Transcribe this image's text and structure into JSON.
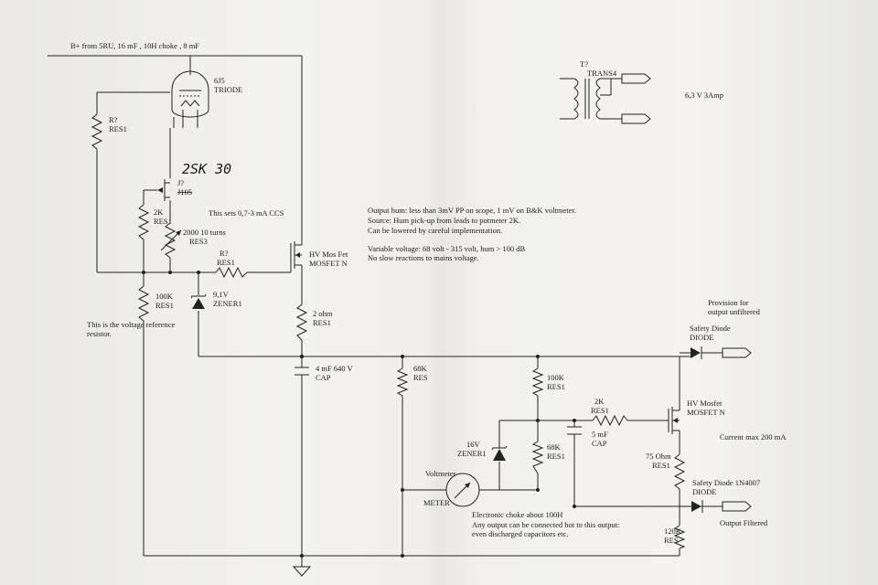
{
  "supply": {
    "label": "B+ from 5RU, 16 mF , 10H choke , 8 mF"
  },
  "tube": {
    "name": "6J5",
    "type": "TRIODE"
  },
  "handwritten": {
    "part": "2SK 30"
  },
  "jfet": {
    "ref": "J?",
    "old": "J105"
  },
  "ccs_note": "This sets 0,7-3 mA CCS",
  "resistors": {
    "r_left": {
      "ref": "R?",
      "type": "RES1"
    },
    "r_2k": {
      "value": "2K",
      "type": "RES1"
    },
    "pot": {
      "value": "2000 10 turns",
      "type": "RES3"
    },
    "r_gate": {
      "ref": "R?",
      "type": "RES1"
    },
    "r_100k": {
      "value": "100K",
      "type": "RES1"
    },
    "r_2ohm": {
      "value": "2 ohm",
      "type": "RES1"
    },
    "r_68k_a": {
      "value": "68K",
      "type": "RES"
    },
    "r_100k_b": {
      "value": "100K",
      "type": "RES1"
    },
    "r_68k_b": {
      "value": "68K",
      "type": "RES1"
    },
    "r_2k_b": {
      "value": "2K",
      "type": "RES1"
    },
    "r_75": {
      "value": "75 Ohm",
      "type": "RES1"
    },
    "r_120k": {
      "value": "120K",
      "type": "RES"
    }
  },
  "zener1": {
    "value": "9,1V",
    "type": "ZENER1"
  },
  "zener2": {
    "value": "16V",
    "type": "ZENER1"
  },
  "mosfet1": {
    "name": "HV Mos Fet",
    "type": "MOSFET N"
  },
  "mosfet2": {
    "name": "HV Mosfet",
    "type": "MOSFET N"
  },
  "vref_note": {
    "line1": "This is the voltage reference",
    "line2": "resistor."
  },
  "cap1": {
    "value": "4 mF 640 V",
    "type": "CAP"
  },
  "cap2": {
    "value": "5 mF",
    "type": "CAP"
  },
  "transformer": {
    "ref": "T?",
    "type": "TRANS4",
    "rating": "6,3 V 3Amp"
  },
  "notes": {
    "line1": "Output hum: less than 3mV PP on scope, 1 mV on B&K voltmeter.",
    "line2": "Source: Hum pick-up from leads to potmeter 2K.",
    "line3": "Can be lowered by careful implementation.",
    "line4": "Variable voltage: 68 volt - 315 volt, hum > 100 dB",
    "line5": "No slow reactions to mains voltage."
  },
  "provision": {
    "line1": "Provision for",
    "line2": "output unfiltered"
  },
  "safety1": {
    "name": "Safety Diode",
    "type": "DIODE"
  },
  "safety2": {
    "name": "Safety Diode 1N4007",
    "type": "DIODE"
  },
  "current_note": "Current max 200 mA",
  "meter": {
    "top": "Voltmeter",
    "bottom": "METER"
  },
  "choke_note": {
    "line1": "Electronic choke about 100H",
    "line2": "Any output can be connected hot to this output:",
    "line3": "even discharged capacitors etc."
  },
  "output_filtered": "Output Filtered"
}
